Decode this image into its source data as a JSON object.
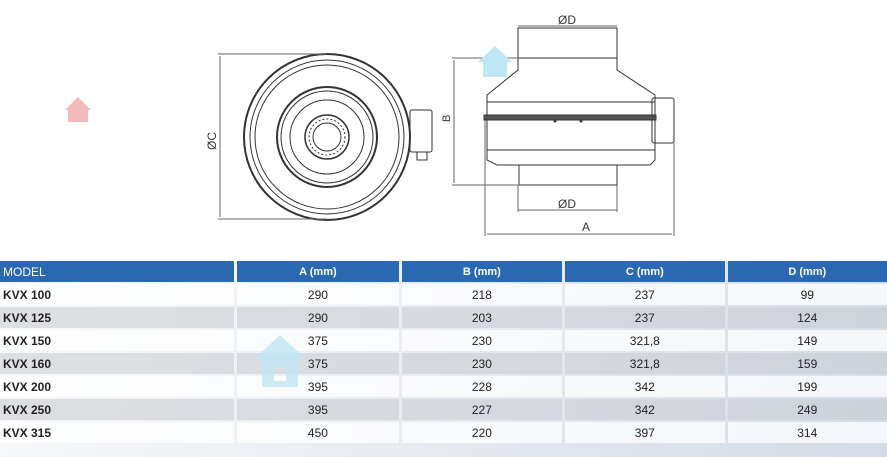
{
  "drawing": {
    "labels": {
      "d_top": "ØD",
      "d_bottom": "ØD",
      "c": "ØC",
      "b": "B",
      "a": "A"
    }
  },
  "table": {
    "headers": [
      "MODEL",
      "A (mm)",
      "B (mm)",
      "C (mm)",
      "D (mm)"
    ],
    "rows": [
      [
        "KVX 100",
        "290",
        "218",
        "237",
        "99"
      ],
      [
        "KVX 125",
        "290",
        "203",
        "237",
        "124"
      ],
      [
        "KVX 150",
        "375",
        "230",
        "321,8",
        "149"
      ],
      [
        "KVX 160",
        "375",
        "230",
        "321,8",
        "159"
      ],
      [
        "KVX 200",
        "395",
        "228",
        "342",
        "199"
      ],
      [
        "KVX 250",
        "395",
        "227",
        "342",
        "249"
      ],
      [
        "KVX 315",
        "450",
        "220",
        "397",
        "314"
      ]
    ]
  },
  "colors": {
    "header": "#2a68b1",
    "watermark": "#bfe6f3",
    "watermark_red": "#f3b8b8"
  }
}
